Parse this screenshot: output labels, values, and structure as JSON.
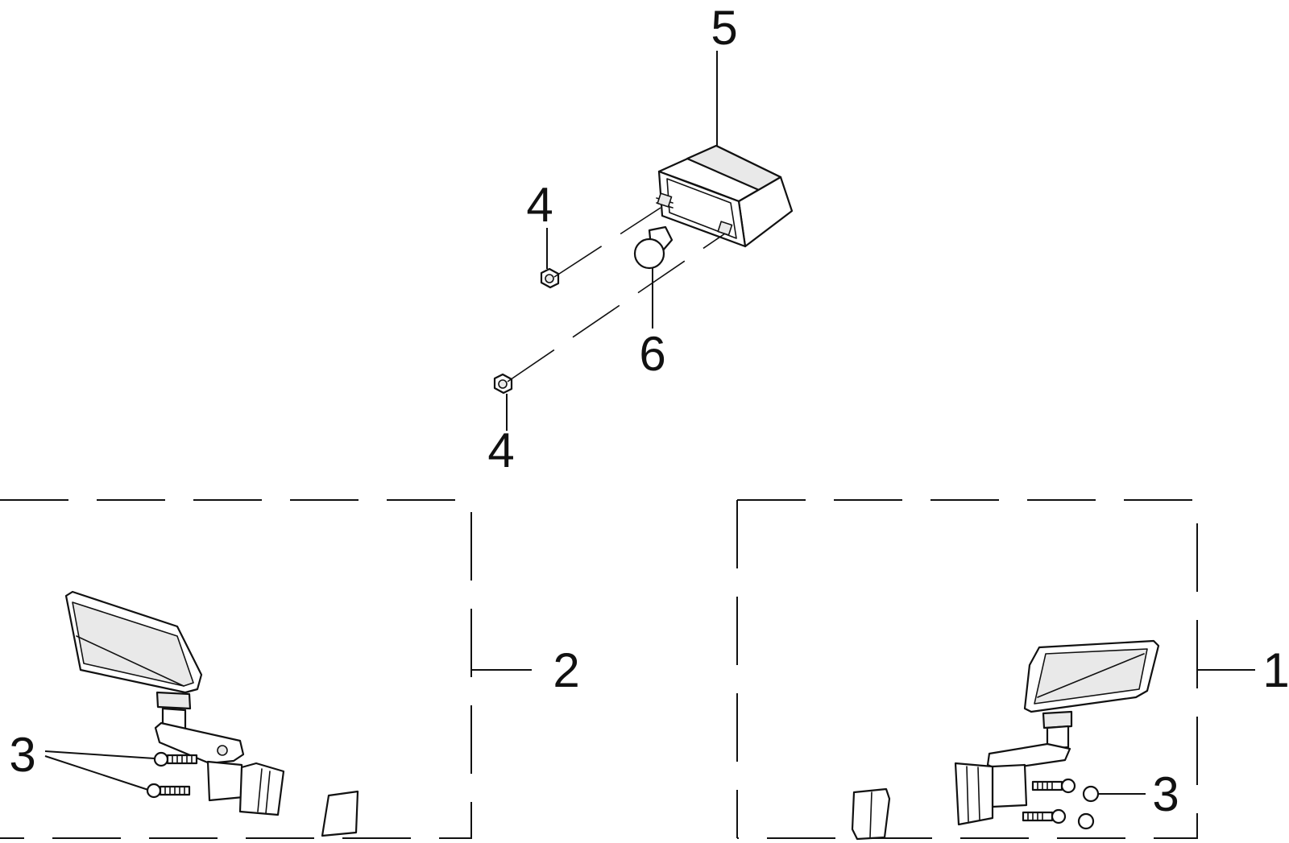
{
  "callouts": {
    "c1": "1",
    "c2": "2",
    "c3_left": "3",
    "c3_right": "3",
    "c4_top": "4",
    "c4_bottom": "4",
    "c5": "5",
    "c6": "6"
  },
  "colors": {
    "line": "#111111",
    "background": "#ffffff",
    "shade": "#e9e9e9"
  }
}
